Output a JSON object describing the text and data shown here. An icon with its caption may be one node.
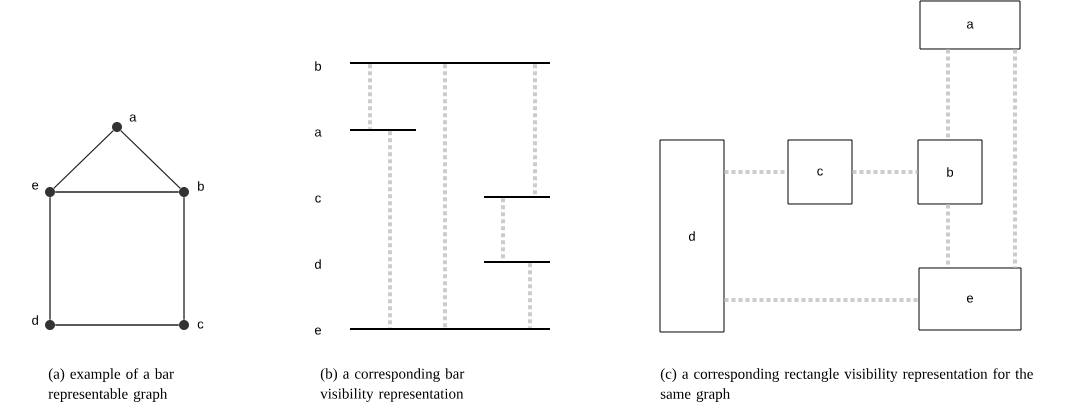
{
  "diagram": {
    "nodes": [
      {
        "text": [],
        "shape": "circle",
        "beside": [
          "a"
        ]
      },
      {
        "text": [],
        "shape": "circle",
        "beside": [
          "e"
        ]
      },
      {
        "text": [],
        "shape": "circle",
        "beside": [
          "b"
        ]
      },
      {
        "text": [],
        "shape": "circle",
        "beside": [
          "d"
        ]
      },
      {
        "text": [],
        "shape": "circle",
        "beside": [
          "c"
        ]
      },
      {
        "text": [],
        "shape": "bar",
        "beside": [
          "b"
        ]
      },
      {
        "text": [],
        "shape": "bar",
        "beside": [
          "a"
        ]
      },
      {
        "text": [],
        "shape": "bar"
      },
      {
        "text": [],
        "shape": "bar"
      },
      {
        "text": [],
        "shape": "bar",
        "beside": [
          "e"
        ]
      },
      {
        "text": [
          "a"
        ]
      },
      {
        "text": [
          "d"
        ]
      },
      {
        "text": [
          "c"
        ]
      },
      {
        "text": [
          "b"
        ]
      },
      {
        "text": [
          "e"
        ]
      }
    ],
    "edges": [
      {
        "from": 0,
        "to": 1,
        "arrow": "none",
        "color": "#222222"
      },
      {
        "from": 0,
        "to": 2,
        "arrow": "none",
        "color": "#222222"
      },
      {
        "from": 1,
        "to": 2,
        "arrow": "none",
        "color": "#222222"
      },
      {
        "from": 1,
        "to": 3,
        "arrow": "none",
        "color": "#222222"
      },
      {
        "from": 2,
        "to": 4,
        "arrow": "none",
        "color": "#222222"
      },
      {
        "from": 3,
        "to": 4,
        "arrow": "none",
        "color": "#222222"
      },
      {
        "from": 5,
        "to": 6,
        "arrow": "none",
        "style": "dashed"
      },
      {
        "from": 6,
        "to": 9,
        "arrow": "none",
        "style": "dashed"
      },
      {
        "from": 5,
        "to": 9,
        "arrow": "none",
        "style": "dashed"
      },
      {
        "from": 5,
        "to": 7,
        "arrow": "none",
        "style": "dashed"
      },
      {
        "from": 7,
        "to": 8,
        "arrow": "none",
        "style": "dashed"
      },
      {
        "from": 8,
        "to": 9,
        "arrow": "none",
        "style": "dashed"
      },
      {
        "from": 10,
        "to": 13,
        "arrow": "none",
        "style": "dashed"
      },
      {
        "from": 10,
        "to": 14,
        "arrow": "none",
        "style": "dashed"
      },
      {
        "from": 13,
        "to": 14,
        "arrow": "none",
        "style": "dashed"
      },
      {
        "from": 11,
        "to": 12,
        "arrow": "none",
        "style": "dashed"
      },
      {
        "from": 12,
        "to": 13,
        "arrow": "none",
        "style": "dashed"
      },
      {
        "from": 11,
        "to": 14,
        "arrow": "none",
        "style": "dashed"
      }
    ],
    "labels": [
      "c",
      "d",
      "(a) example of a bar representable graph",
      "(b) a corresponding bar visibility representation",
      "(c) a corresponding rectangle visibility representation for the same graph"
    ]
  }
}
